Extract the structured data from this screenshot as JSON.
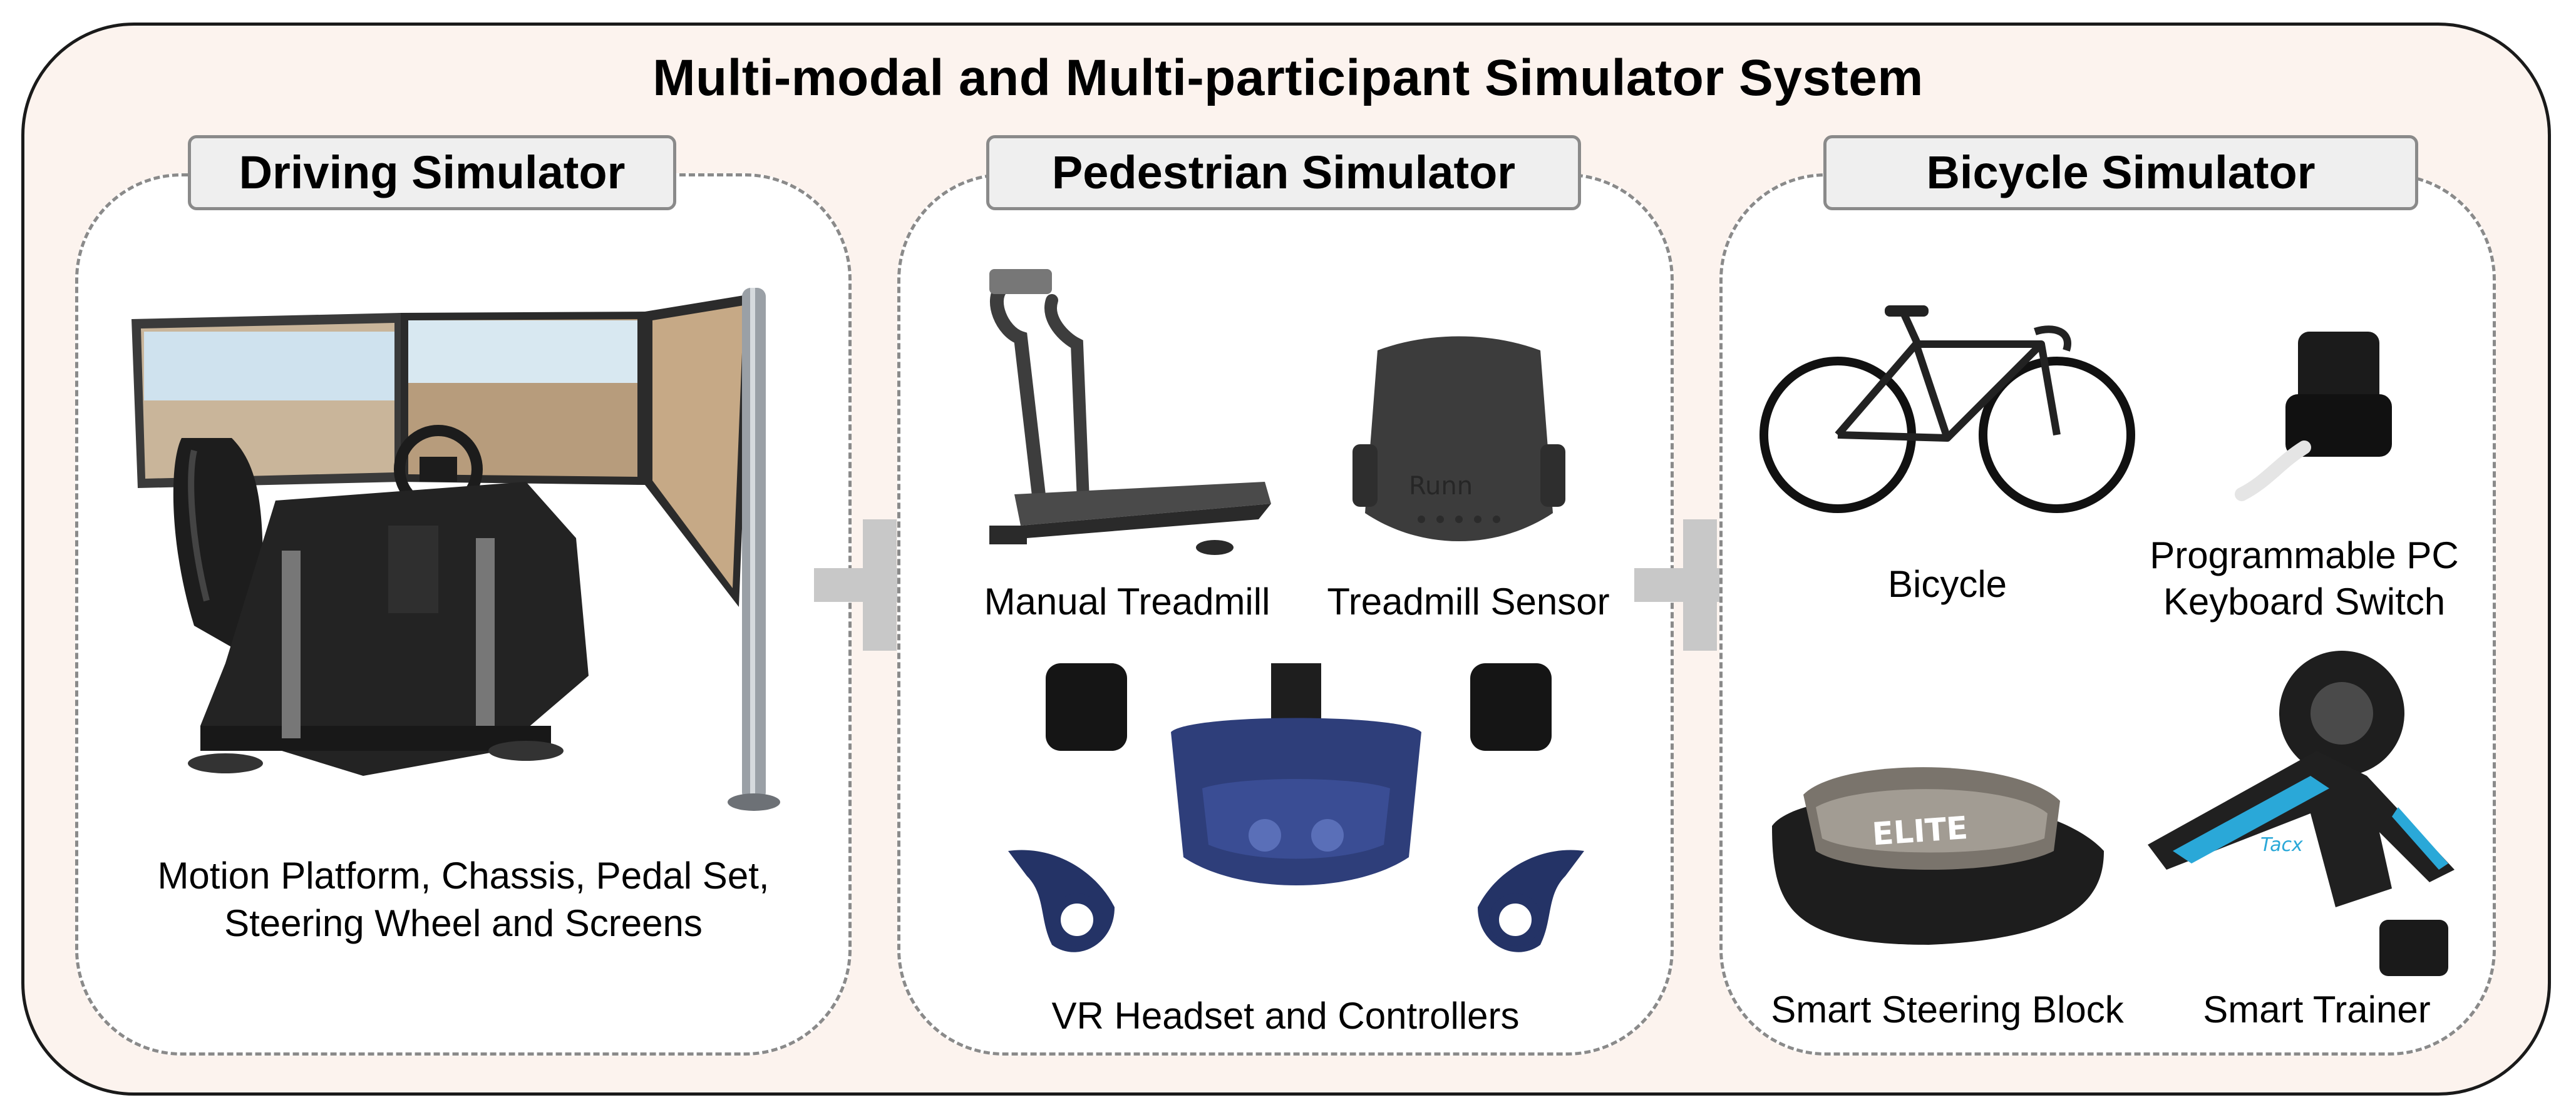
{
  "title": "Multi-modal and Multi-participant Simulator System",
  "panels": {
    "driving": {
      "title": "Driving Simulator",
      "label_line1": "Motion Platform, Chassis, Pedal Set,",
      "label_line2": "Steering Wheel and  Screens"
    },
    "pedestrian": {
      "title": "Pedestrian Simulator",
      "treadmill": "Manual Treadmill",
      "sensor": "Treadmill Sensor",
      "vr": "VR Headset and Controllers"
    },
    "bicycle": {
      "title": "Bicycle Simulator",
      "bicycle": "Bicycle",
      "switch_line1": "Programmable PC",
      "switch_line2": "Keyboard Switch",
      "steering": "Smart Steering Block",
      "trainer": "Smart Trainer"
    }
  },
  "image_text": {
    "steering_block_brand": "ELITE",
    "trainer_brand": "Tacx",
    "sensor_brand": "Runn"
  },
  "colors": {
    "background": "#fcf3ee",
    "plus": "#c8c8c8",
    "headset": "#2e3e7a",
    "trainer_accent": "#2aa8d8"
  }
}
